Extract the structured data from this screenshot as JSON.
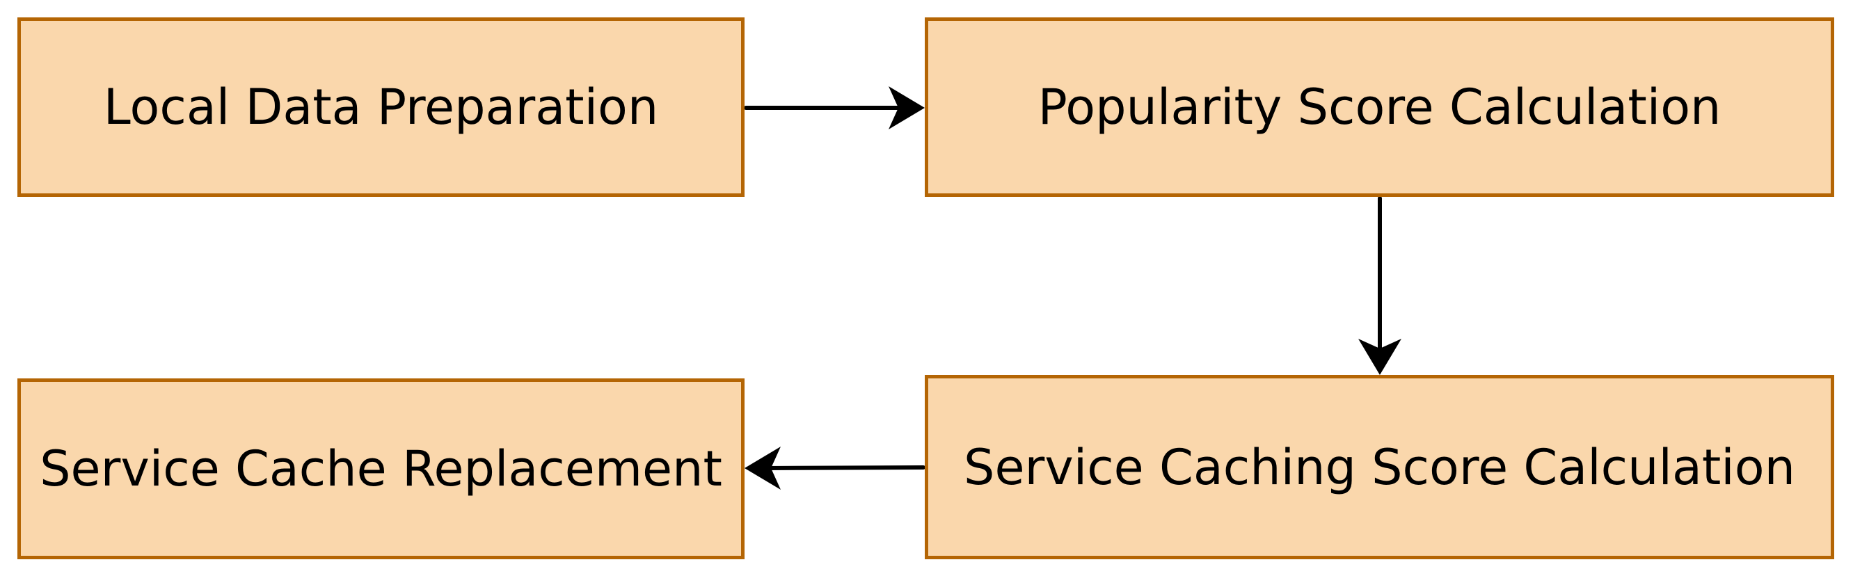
{
  "diagram": {
    "nodes": [
      {
        "id": "n1",
        "label": "Local Data Preparation"
      },
      {
        "id": "n2",
        "label": "Popularity Score Calculation"
      },
      {
        "id": "n3",
        "label": "Service Caching Score Calculation"
      },
      {
        "id": "n4",
        "label": "Service Cache Replacement"
      }
    ],
    "edges": [
      {
        "from": "n1",
        "to": "n2"
      },
      {
        "from": "n2",
        "to": "n3"
      },
      {
        "from": "n3",
        "to": "n4"
      }
    ],
    "colors": {
      "node_fill": "#fad7ac",
      "node_border": "#b46504",
      "edge": "#000000"
    }
  }
}
